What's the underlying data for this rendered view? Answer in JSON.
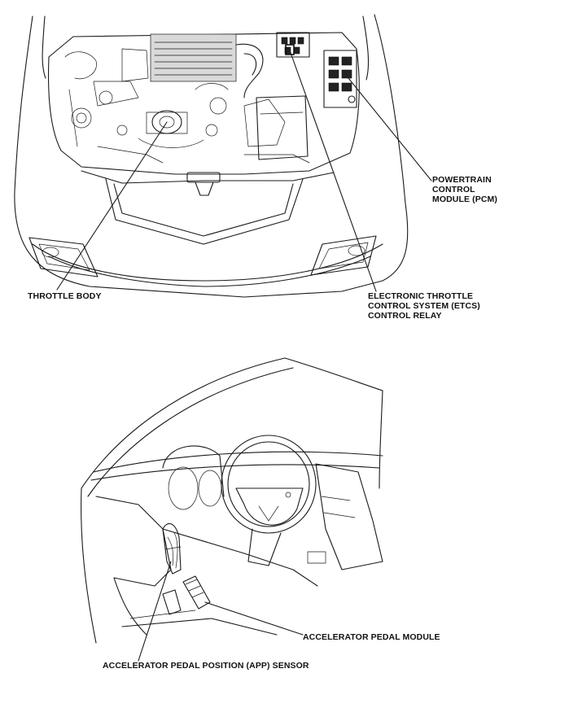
{
  "engine_bay_view": {
    "labels": {
      "pcm": [
        "POWERTRAIN",
        "CONTROL",
        "MODULE (PCM)"
      ],
      "throttle_body": [
        "THROTTLE BODY"
      ],
      "etcs_relay": [
        "ELECTRONIC THROTTLE",
        "CONTROL SYSTEM (ETCS)",
        "CONTROL RELAY"
      ]
    }
  },
  "cabin_view": {
    "labels": {
      "accelerator_pedal_module": [
        "ACCELERATOR PEDAL MODULE"
      ],
      "app_sensor": [
        "ACCELERATOR PEDAL POSITION (APP) SENSOR"
      ]
    }
  }
}
